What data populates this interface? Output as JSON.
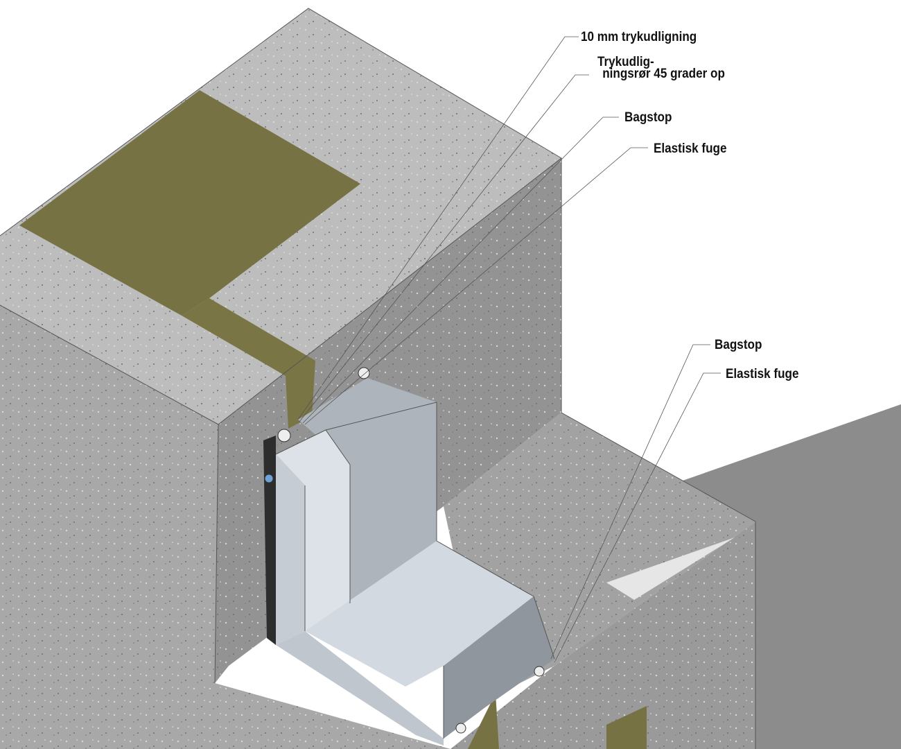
{
  "labels": {
    "top": [
      {
        "text": "10 mm trykudligning"
      },
      {
        "text": "Trykudlig-",
        "text2": "ningsrør 45 grader op"
      },
      {
        "text": "Bagstop"
      },
      {
        "text": "Elastisk fuge"
      }
    ],
    "bottom": [
      {
        "text": "Bagstop"
      },
      {
        "text": "Elastisk fuge"
      }
    ]
  },
  "colors": {
    "concrete_top": "#b9b9b9",
    "concrete_wall": "#a3a3a3",
    "concrete_niche": "#8f8f8f",
    "insulation": "#767244",
    "aluminium": "#c9d0d8",
    "shadow": "#8c8c8c"
  }
}
